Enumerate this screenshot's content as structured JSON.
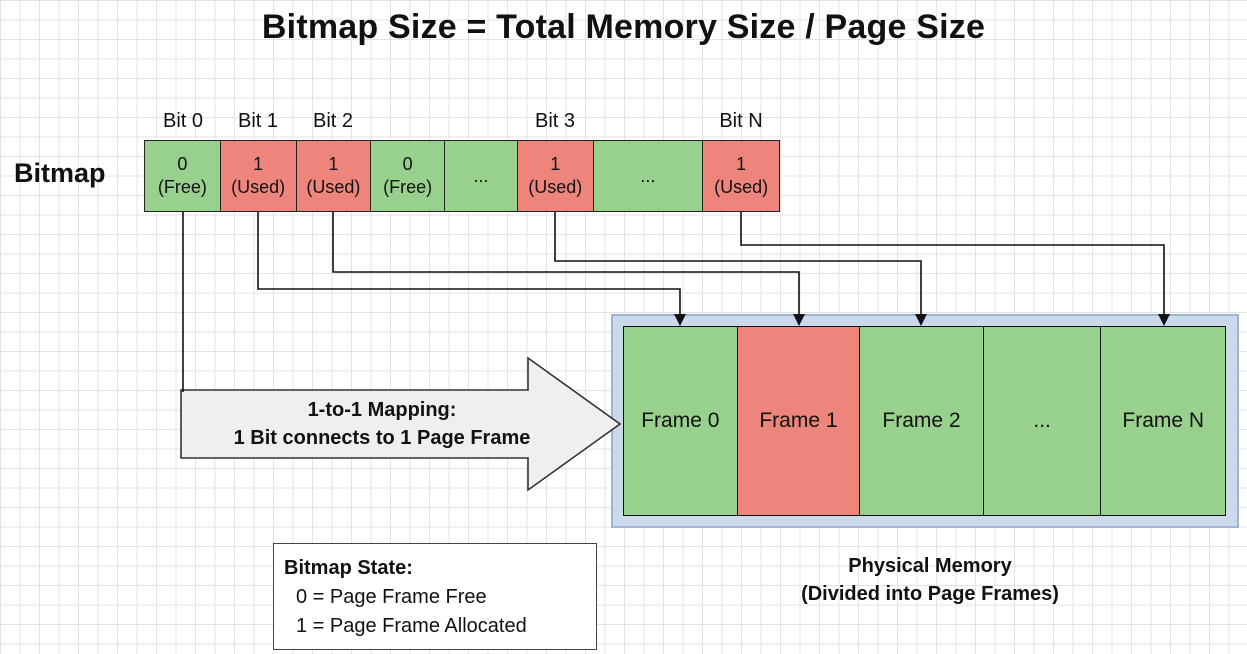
{
  "title": "Bitmap Size = Total Memory Size / Page Size",
  "bitmap_label": "Bitmap",
  "bit_headers": [
    "Bit 0",
    "Bit 1",
    "Bit 2",
    "Bit 3",
    "Bit N"
  ],
  "bitmap_cells": [
    {
      "value": "0",
      "state": "(Free)",
      "status": "free"
    },
    {
      "value": "1",
      "state": "(Used)",
      "status": "used"
    },
    {
      "value": "1",
      "state": "(Used)",
      "status": "used"
    },
    {
      "value": "0",
      "state": "(Free)",
      "status": "free"
    },
    {
      "value": "...",
      "state": "",
      "status": "free"
    },
    {
      "value": "1",
      "state": "(Used)",
      "status": "used"
    },
    {
      "value": "...",
      "state": "",
      "status": "free"
    },
    {
      "value": "1",
      "state": "(Used)",
      "status": "used"
    }
  ],
  "frames": [
    {
      "label": "Frame 0",
      "status": "free"
    },
    {
      "label": "Frame 1",
      "status": "used"
    },
    {
      "label": "Frame 2",
      "status": "free"
    },
    {
      "label": "...",
      "status": "free"
    },
    {
      "label": "Frame N",
      "status": "free"
    }
  ],
  "mapping": {
    "line1": "1-to-1 Mapping:",
    "line2": "1 Bit connects to 1 Page Frame"
  },
  "memory_caption": {
    "line1": "Physical Memory",
    "line2": "(Divided into Page Frames)"
  },
  "legend": {
    "title": "Bitmap State:",
    "line1": "0 = Page Frame Free",
    "line2": "1 = Page Frame Allocated"
  },
  "colors": {
    "free": "#98d08e",
    "used": "#ee857c",
    "memory_border": "#ccd9ea"
  }
}
